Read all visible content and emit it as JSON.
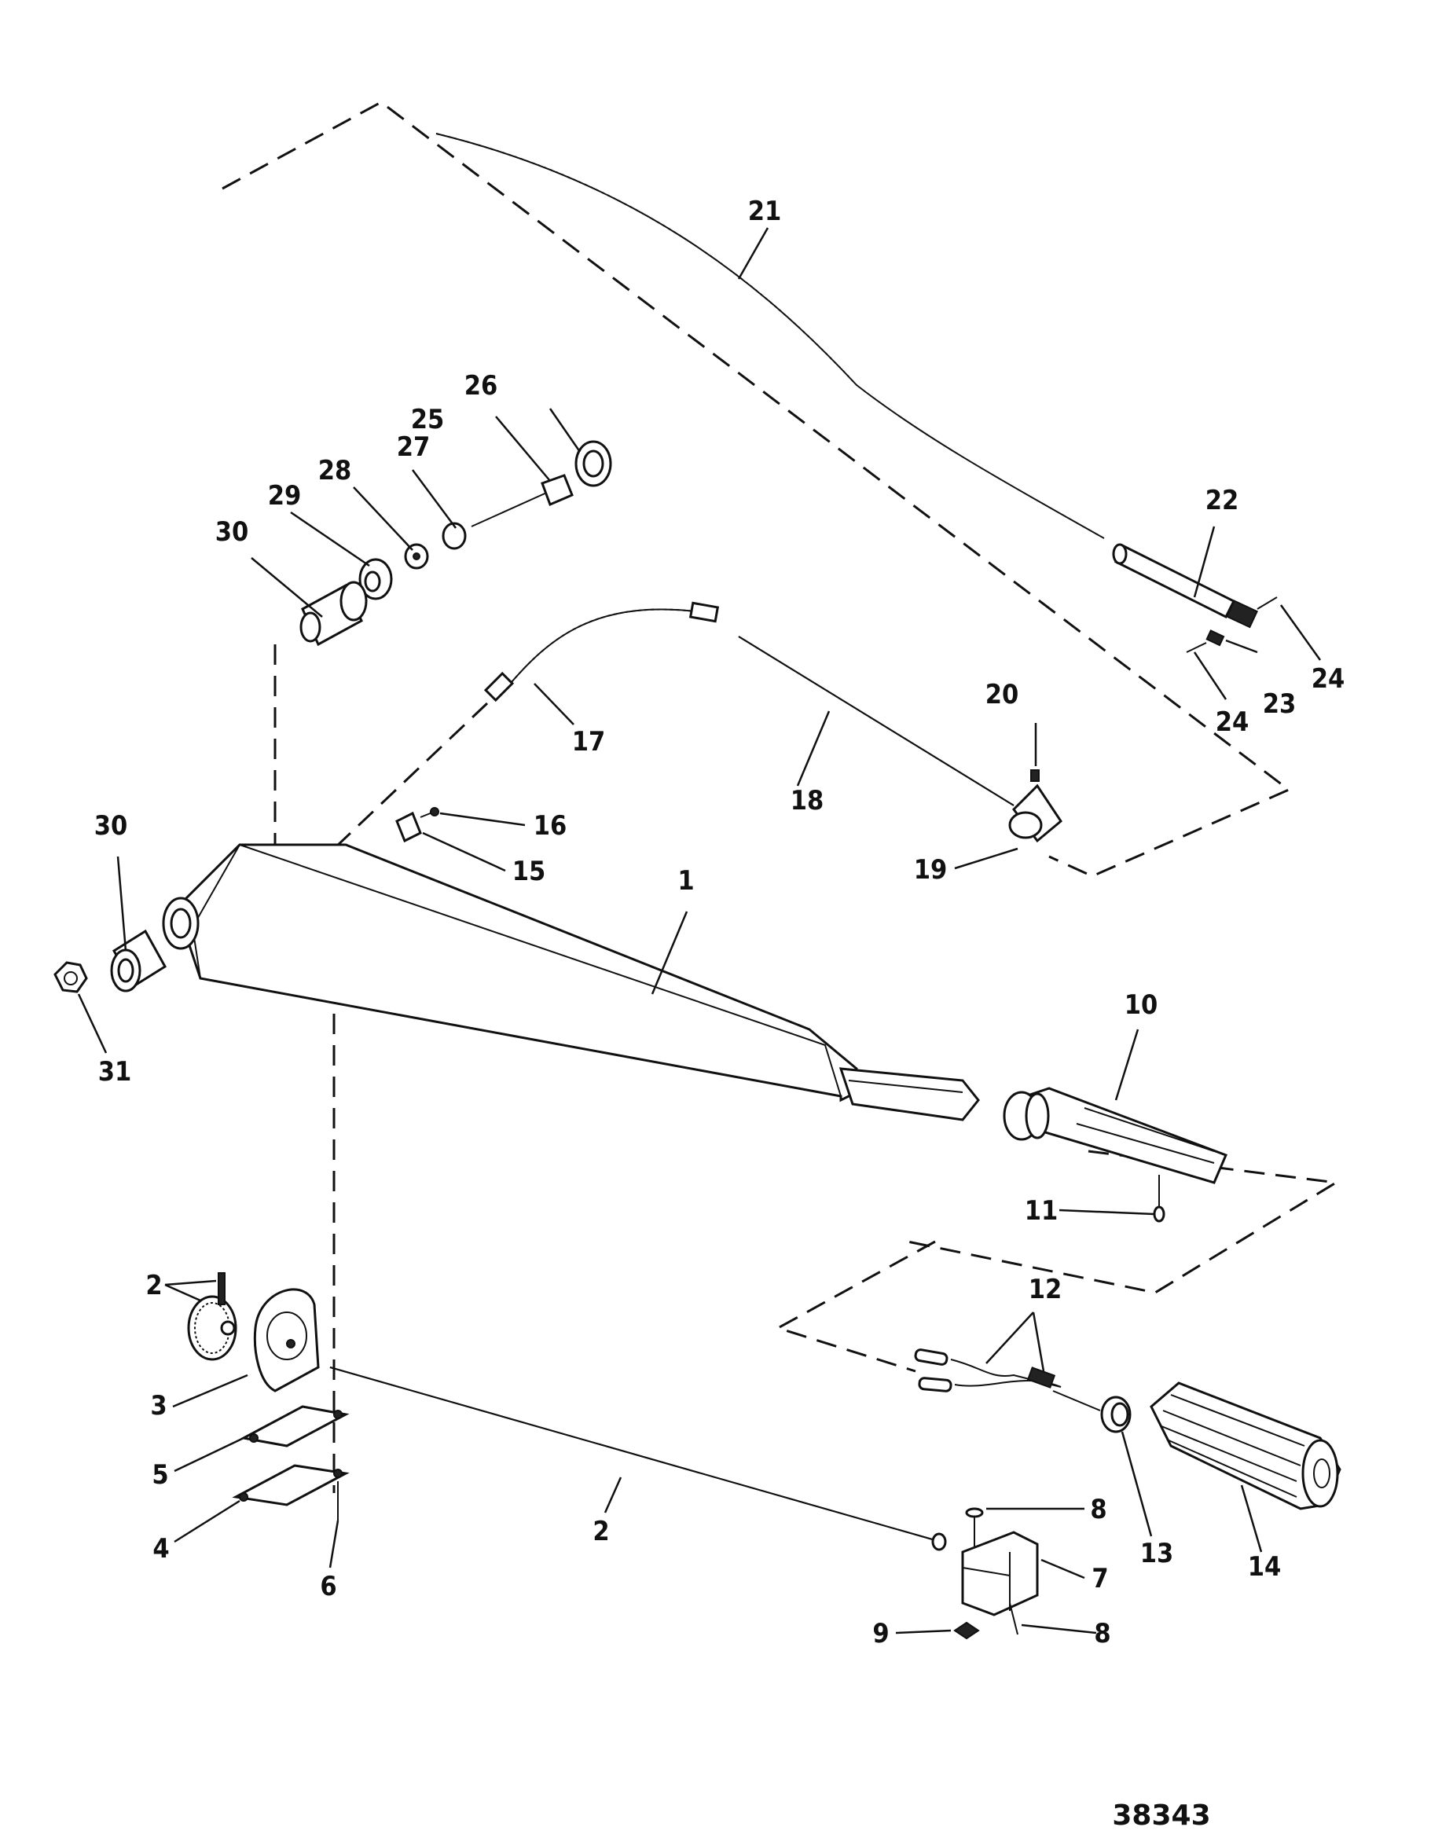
{
  "callouts": [
    {
      "id": "1",
      "label": "1"
    },
    {
      "id": "2a",
      "label": "2"
    },
    {
      "id": "2b",
      "label": "2"
    },
    {
      "id": "3",
      "label": "3"
    },
    {
      "id": "4",
      "label": "4"
    },
    {
      "id": "5",
      "label": "5"
    },
    {
      "id": "6",
      "label": "6"
    },
    {
      "id": "7",
      "label": "7"
    },
    {
      "id": "8a",
      "label": "8"
    },
    {
      "id": "8b",
      "label": "8"
    },
    {
      "id": "9",
      "label": "9"
    },
    {
      "id": "10",
      "label": "10"
    },
    {
      "id": "11",
      "label": "11"
    },
    {
      "id": "12",
      "label": "12"
    },
    {
      "id": "13",
      "label": "13"
    },
    {
      "id": "14",
      "label": "14"
    },
    {
      "id": "15",
      "label": "15"
    },
    {
      "id": "16",
      "label": "16"
    },
    {
      "id": "17",
      "label": "17"
    },
    {
      "id": "18",
      "label": "18"
    },
    {
      "id": "19",
      "label": "19"
    },
    {
      "id": "20",
      "label": "20"
    },
    {
      "id": "21",
      "label": "21"
    },
    {
      "id": "22",
      "label": "22"
    },
    {
      "id": "23",
      "label": "23"
    },
    {
      "id": "24a",
      "label": "24"
    },
    {
      "id": "24b",
      "label": "24"
    },
    {
      "id": "25",
      "label": "25"
    },
    {
      "id": "26",
      "label": "26"
    },
    {
      "id": "27",
      "label": "27"
    },
    {
      "id": "28",
      "label": "28"
    },
    {
      "id": "29",
      "label": "29"
    },
    {
      "id": "30a",
      "label": "30"
    },
    {
      "id": "30b",
      "label": "30"
    },
    {
      "id": "31",
      "label": "31"
    }
  ],
  "reference_number": "38343"
}
